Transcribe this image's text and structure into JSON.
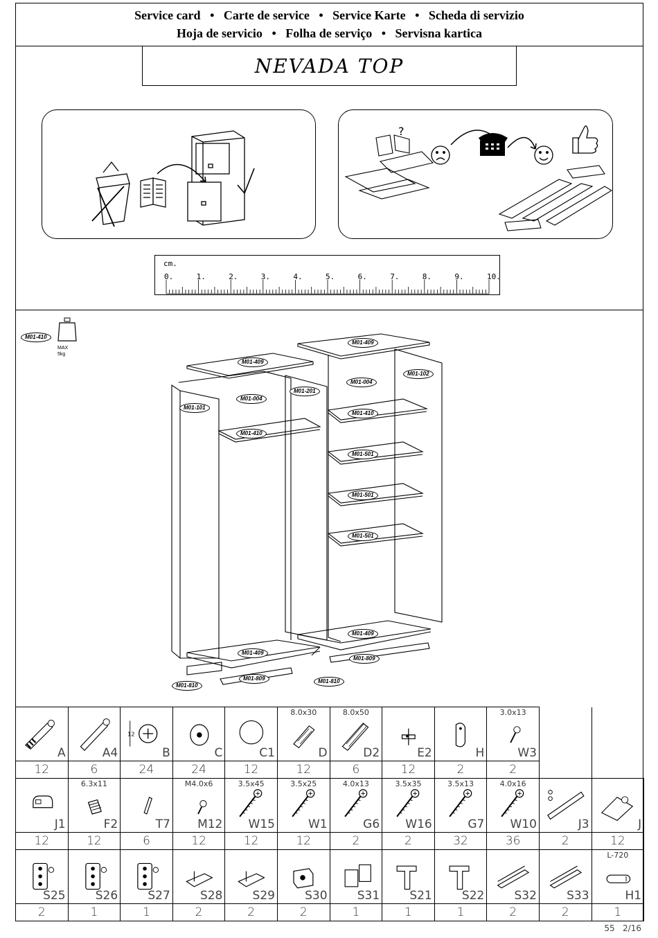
{
  "header": {
    "line1": [
      "Service card",
      "Carte de service",
      "Service Karte",
      "Scheda di servizio"
    ],
    "line2": [
      "Hoja de servicio",
      "Folha de serviço",
      "Servisna kartica"
    ],
    "bullet": "•"
  },
  "title": "NEVADA TOP",
  "ruler": {
    "unit": "cm.",
    "ticks": [
      "0.",
      "1.",
      "2.",
      "3.",
      "4.",
      "5.",
      "6.",
      "7.",
      "8.",
      "9.",
      "10."
    ]
  },
  "weight": {
    "part": "M01-410",
    "max_label": "MAX",
    "max_value": "5kg"
  },
  "parts": [
    "M01-409",
    "M01-409",
    "M01-101",
    "M01-004",
    "M01-201",
    "M01-004",
    "M01-102",
    "M01-410",
    "M01-410",
    "M01-501",
    "M01-501",
    "M01-501",
    "M01-409",
    "M01-409",
    "M01-809",
    "M01-809",
    "M01-810",
    "M01-810"
  ],
  "hardware_rows": [
    [
      {
        "code": "A",
        "dim": "",
        "qty": "12",
        "icon": "cam-bolt-icon"
      },
      {
        "code": "A4",
        "dim": "",
        "qty": "6",
        "icon": "long-bolt-icon"
      },
      {
        "code": "B",
        "dim": "",
        "qty": "24",
        "icon": "cam-lock-icon"
      },
      {
        "code": "C",
        "dim": "",
        "qty": "24",
        "icon": "cap-icon"
      },
      {
        "code": "C1",
        "dim": "",
        "qty": "12",
        "icon": "disc-icon"
      },
      {
        "code": "D",
        "dim": "8.0x30",
        "qty": "12",
        "icon": "dowel-icon"
      },
      {
        "code": "D2",
        "dim": "8.0x50",
        "qty": "6",
        "icon": "dowel-long-icon"
      },
      {
        "code": "E2",
        "dim": "",
        "qty": "12",
        "icon": "shelf-support-icon"
      },
      {
        "code": "H",
        "dim": "",
        "qty": "2",
        "icon": "rail-holder-icon"
      },
      {
        "code": "W3",
        "dim": "3.0x13",
        "qty": "2",
        "icon": "small-screw-icon"
      }
    ],
    [
      {
        "code": "J1",
        "dim": "",
        "qty": "12",
        "icon": "clip-icon"
      },
      {
        "code": "F2",
        "dim": "6.3x11",
        "qty": "12",
        "icon": "insert-icon"
      },
      {
        "code": "T7",
        "dim": "",
        "qty": "6",
        "icon": "pin-icon"
      },
      {
        "code": "M12",
        "dim": "M4.0x6",
        "qty": "12",
        "icon": "machine-screw-icon"
      },
      {
        "code": "W15",
        "dim": "3.5x45",
        "qty": "12",
        "icon": "screw-icon"
      },
      {
        "code": "W1",
        "dim": "3.5x25",
        "qty": "12",
        "icon": "screw-icon"
      },
      {
        "code": "G6",
        "dim": "4.0x13",
        "qty": "2",
        "icon": "screw-icon"
      },
      {
        "code": "W16",
        "dim": "3.5x35",
        "qty": "2",
        "icon": "screw-icon"
      },
      {
        "code": "G7",
        "dim": "3.5x13",
        "qty": "32",
        "icon": "screw-icon"
      },
      {
        "code": "W10",
        "dim": "4.0x16",
        "qty": "36",
        "icon": "screw-icon"
      },
      {
        "code": "J3",
        "dim": "",
        "qty": "2",
        "icon": "wall-bracket-icon"
      },
      {
        "code": "J",
        "dim": "",
        "qty": "12",
        "icon": "corner-bracket-icon"
      }
    ],
    [
      {
        "code": "S25",
        "dim": "",
        "qty": "2",
        "icon": "hinge-plate-icon"
      },
      {
        "code": "S26",
        "dim": "",
        "qty": "1",
        "icon": "hinge-plate-icon"
      },
      {
        "code": "S27",
        "dim": "",
        "qty": "1",
        "icon": "hinge-plate-icon"
      },
      {
        "code": "S28",
        "dim": "",
        "qty": "2",
        "icon": "bracket-icon"
      },
      {
        "code": "S29",
        "dim": "",
        "qty": "2",
        "icon": "bracket-icon"
      },
      {
        "code": "S30",
        "dim": "",
        "qty": "2",
        "icon": "block-icon"
      },
      {
        "code": "S31",
        "dim": "",
        "qty": "1",
        "icon": "catch-icon"
      },
      {
        "code": "S21",
        "dim": "",
        "qty": "1",
        "icon": "guide-icon"
      },
      {
        "code": "S22",
        "dim": "",
        "qty": "1",
        "icon": "guide-icon"
      },
      {
        "code": "S32",
        "dim": "",
        "qty": "2",
        "icon": "track-icon"
      },
      {
        "code": "S33",
        "dim": "",
        "qty": "2",
        "icon": "track-icon"
      },
      {
        "code": "H1",
        "dim": "L-720",
        "qty": "1",
        "icon": "rail-icon"
      }
    ]
  ],
  "footer": {
    "code": "55",
    "page": "2/16"
  }
}
